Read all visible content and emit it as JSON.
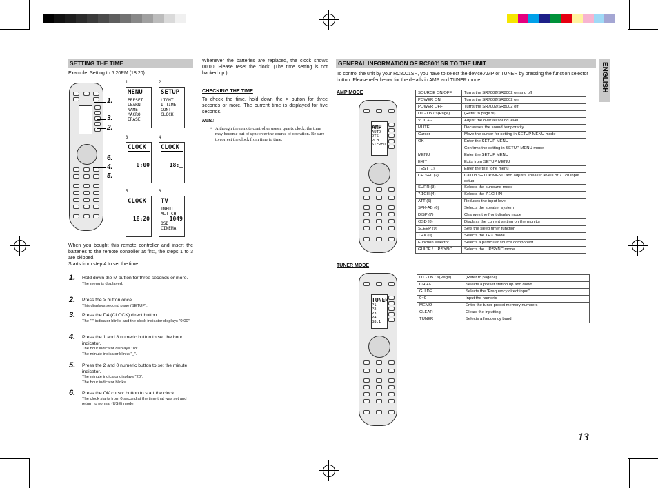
{
  "left_section": {
    "heading": "SETTING THE TIME",
    "example": "Example: Setting to 6:20PM (18:20)",
    "callouts": [
      "1.",
      "3.",
      "2.",
      "6.",
      "4.",
      "5."
    ],
    "lcd_panels": [
      {
        "num": "1",
        "title": "MENU",
        "lines": [
          "PRESET",
          "LEARN",
          "NAME",
          "MACRO",
          "ERASE"
        ]
      },
      {
        "num": "2",
        "title": "SETUP",
        "lines": [
          "LIGHT",
          "I-TIME",
          "CONT",
          "CLOCK"
        ]
      },
      {
        "num": "3",
        "title": "CLOCK",
        "lines": [
          "",
          "",
          "0:00"
        ]
      },
      {
        "num": "4",
        "title": "CLOCK",
        "lines": [
          "",
          "",
          "18:_"
        ]
      },
      {
        "num": "5",
        "title": "CLOCK",
        "lines": [
          "",
          "",
          "18:20"
        ]
      },
      {
        "num": "6",
        "title": "TV",
        "lines": [
          "INPUT",
          "ALT-CH",
          "1049",
          "OSD",
          "CINEMA"
        ]
      }
    ],
    "intro": "When you bought this remote controller and insert the batteries to the remote controller at first, the steps 1 to 3 are skipped.",
    "intro2": "Starts from step 4 to set the time.",
    "steps": [
      {
        "n": "1.",
        "text": "Hold down the M button for three seconds or more.",
        "sub": "The menu is displayed."
      },
      {
        "n": "2.",
        "text": "Press the > button once.",
        "sub": "This displays second page (SETUP)."
      },
      {
        "n": "3.",
        "text": "Press the D4 (CLOCK) direct button.",
        "sub": "The “:” indicator blinks and the clock indicator displays “0:00”."
      },
      {
        "n": "4.",
        "text": "Press the 1 and 8 numeric button to set the hour indicator.",
        "sub": "The hour indicator displays “18”.",
        "sub2": "The minute indicator blinks “_”."
      },
      {
        "n": "5.",
        "text": "Press the 2 and 0 numeric button to set the minute indicator.",
        "sub": "The minute indicator displays “20”.",
        "sub2": "The hour indicator blinks."
      },
      {
        "n": "6.",
        "text": "Press the OK cursor button to start the clock.",
        "sub": "The clock starts from 0 second at the time that was set and return to normal (USE) mode."
      }
    ]
  },
  "middle_section": {
    "battery_note": "Whenever the batteries are replaced, the clock shows 00:00. Please reset the clock. (The time setting is not backed up.)",
    "checking_heading": "CHECKING THE TIME",
    "checking_text": "To check the time, hold down the > button for three seconds or more. The current time is displayed for five seconds.",
    "note_label": "Note:",
    "note_text": "Although the remote controller uses a quartz clock, the time may become out of sync over the course of operation. Be sure to correct the clock from time to time."
  },
  "right_section": {
    "heading": "GENERAL INFORMATION OF RC8001SR TO THE UNIT",
    "intro": "To control the unit by your RC8001SR, you have to select the device AMP or TUNER by pressing the function selector button. Please refer  below for the details in AMP and TUNER mode.",
    "amp_heading": "AMP MODE",
    "amp_lcd": [
      "AMP",
      "AUTO",
      "DTS",
      "2CH",
      "STEREO"
    ],
    "amp_table": [
      [
        "SOURCE ON/OFF",
        "Turns the SR7002/SR8002 on and off"
      ],
      [
        "POWER ON",
        "Turns the SR7002/SR8002 on"
      ],
      [
        "POWER OFF",
        "Turns the SR7002/SR8002 off"
      ],
      [
        "D1 - D5 / >(Page)",
        "(Refer to page vi)"
      ],
      [
        "VOL +/-",
        "Adjust the over all sound level"
      ],
      [
        "MUTE",
        "Decreases the sound temporarily"
      ],
      [
        "Cursor",
        "Move the cursor for setting in SETUP MENU mode"
      ],
      [
        "OK",
        "Enter the SETUP MENU"
      ],
      [
        "",
        "Confirms the setting in SETUP MENU mode"
      ],
      [
        "MENU",
        "Enter the SETUP MENU"
      ],
      [
        "EXIT",
        "Exits from SETUP MENU"
      ],
      [
        "TEST (1)",
        "Enter the test tone menu"
      ],
      [
        "CH.SEL (2)",
        "Call up SETUP MENU and adjusts speaker levels or 7.1ch input setup"
      ],
      [
        "SURR (3)",
        "Selects the surround mode"
      ],
      [
        "7.1CH  (4)",
        "Selects the 7.1CH IN"
      ],
      [
        "ATT (5)",
        "Reduces the input level"
      ],
      [
        "SPK-AB (6)",
        "Selects the speaker system"
      ],
      [
        "DISP (7)",
        "Changes the front display mode"
      ],
      [
        "OSD (8)",
        "Displays the current setting on the monitor"
      ],
      [
        "SLEEP (9)",
        "Sets the sleep timer function"
      ],
      [
        "THX (0)",
        "Selects the THX mode"
      ],
      [
        "Function selector",
        "Selects a particular source component"
      ],
      [
        "GUIDE / LIP.SYNC",
        "Selects the LIP.SYNC mode"
      ]
    ],
    "tuner_heading": "TUNER MODE",
    "tuner_lcd": [
      "TUNER",
      "P1",
      "P2",
      "P3",
      "P4",
      "88.1"
    ],
    "tuner_table": [
      [
        "D1 - D5 / >(Page)",
        "(Refer to page vi)"
      ],
      [
        "CH +/-",
        "Selects a preset station up and down"
      ],
      [
        "GUIDE",
        "Selects the “Frequency direct input”"
      ],
      [
        "0~9",
        "Input the numeric"
      ],
      [
        "MEMO",
        "Enter the tuner preset memory numbers"
      ],
      [
        "CLEAR",
        "Clears the inputting"
      ],
      [
        "TUNER",
        "Selects a frequency band"
      ]
    ]
  },
  "side_tab": "ENGLISH",
  "page_number": "13",
  "colors": {
    "header_bg": "#c9c9c9",
    "bars_left": [
      "#000000",
      "#111111",
      "#1d1d1d",
      "#2b2b2b",
      "#3a3a3a",
      "#4b4b4b",
      "#5e5e5e",
      "#727272",
      "#888888",
      "#a0a0a0",
      "#bcbcbc",
      "#dadada",
      "#f0f0f0"
    ],
    "bars_right": [
      "#f5e600",
      "#e4007f",
      "#00a0e9",
      "#1d2088",
      "#00913a",
      "#e60012",
      "#fff3a0",
      "#f7b4d0",
      "#9fd9f6",
      "#a4a6d3"
    ]
  }
}
